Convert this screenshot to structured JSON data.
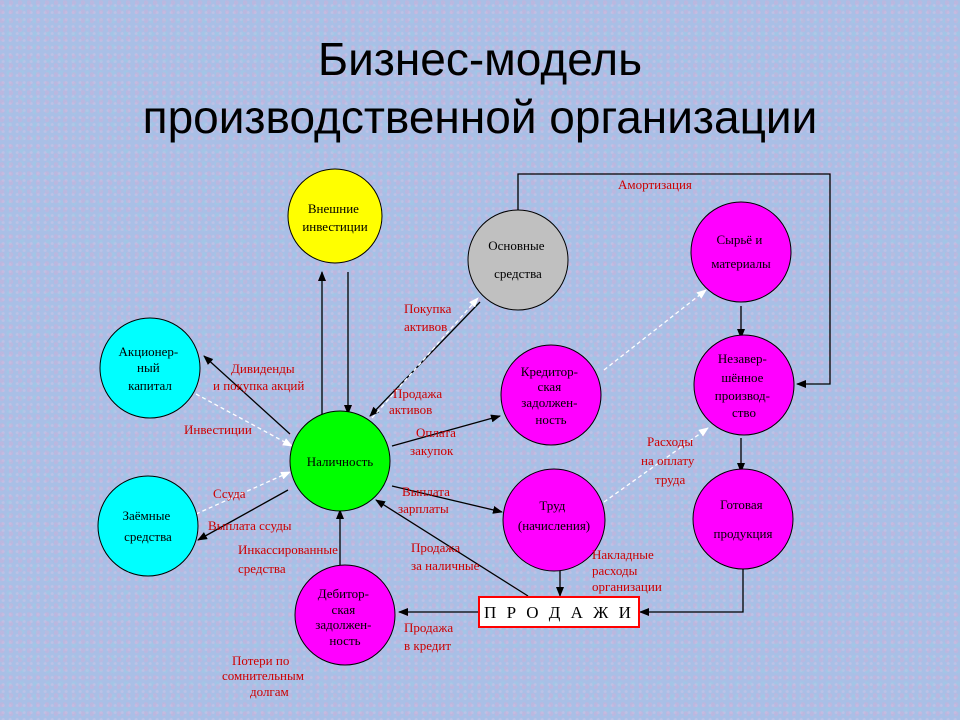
{
  "title": {
    "line1": "Бизнес-модель",
    "line2": "производственной организации"
  },
  "nodes": {
    "vneshnie": {
      "lines": [
        "Внешние",
        "инвестиции"
      ],
      "color": "#ffff00"
    },
    "osnovnye": {
      "lines": [
        "Основные",
        "средства"
      ],
      "color": "#c0c0c0"
    },
    "syrye": {
      "lines": [
        "Сырьё и",
        "материалы"
      ],
      "color": "#ff00ff"
    },
    "akcioner": {
      "lines": [
        "Акционер-",
        "ный",
        "капитал"
      ],
      "color": "#00ffff"
    },
    "nalichnost": {
      "lines": [
        "Наличность"
      ],
      "color": "#00ff00"
    },
    "kreditor": {
      "lines": [
        "Кредитор-",
        "ская",
        "задолжен-",
        "ность"
      ],
      "color": "#ff00ff"
    },
    "nezavershennoe": {
      "lines": [
        "Незавер-",
        "шённое",
        "производ-",
        "ство"
      ],
      "color": "#ff00ff"
    },
    "zaemnye": {
      "lines": [
        "Заёмные",
        "средства"
      ],
      "color": "#00ffff"
    },
    "trud": {
      "lines": [
        "Труд",
        "(начисления)"
      ],
      "color": "#ff00ff"
    },
    "gotovaya": {
      "lines": [
        "Готовая",
        "продукция"
      ],
      "color": "#ff00ff"
    },
    "debitor": {
      "lines": [
        "Дебитор-",
        "ская",
        "задолжен-",
        "ность"
      ],
      "color": "#ff00ff"
    }
  },
  "sales_box": {
    "label": "П Р О Д А Ж И",
    "border_color": "#ff0000"
  },
  "labels": {
    "amortizaciya": "Амортизация",
    "pokupka_aktivov": [
      "Покупка",
      "активов"
    ],
    "dividendy": [
      "Дивиденды",
      "и покупка акций"
    ],
    "prodazha_aktivov": [
      "Продажа",
      "активов"
    ],
    "investicii": "Инвестиции",
    "oplata_zakupok": [
      "Оплата",
      "закупок"
    ],
    "rashody_na_oplatu": [
      "Расходы",
      "на оплату",
      "труда"
    ],
    "ssuda": "Ссуда",
    "vyplata_zarplaty": [
      "Выплата",
      "зарплаты"
    ],
    "vyplata_ssudy": "Выплата ссуды",
    "inkassirovannye": [
      "Инкассированные",
      "средства"
    ],
    "prodazha_za_nalichnye": [
      "Продажа",
      "за наличные"
    ],
    "nakladnye": [
      "Накладные",
      "расходы",
      "организации"
    ],
    "prodazha_v_kredit": [
      "Продажа",
      "в кредит"
    ],
    "poteri": [
      "Потери по",
      "сомнительным",
      "долгам"
    ]
  },
  "colors": {
    "label_red": "#cc0000",
    "arrow": "#000000",
    "dashed_arrow": "#ffffff"
  }
}
